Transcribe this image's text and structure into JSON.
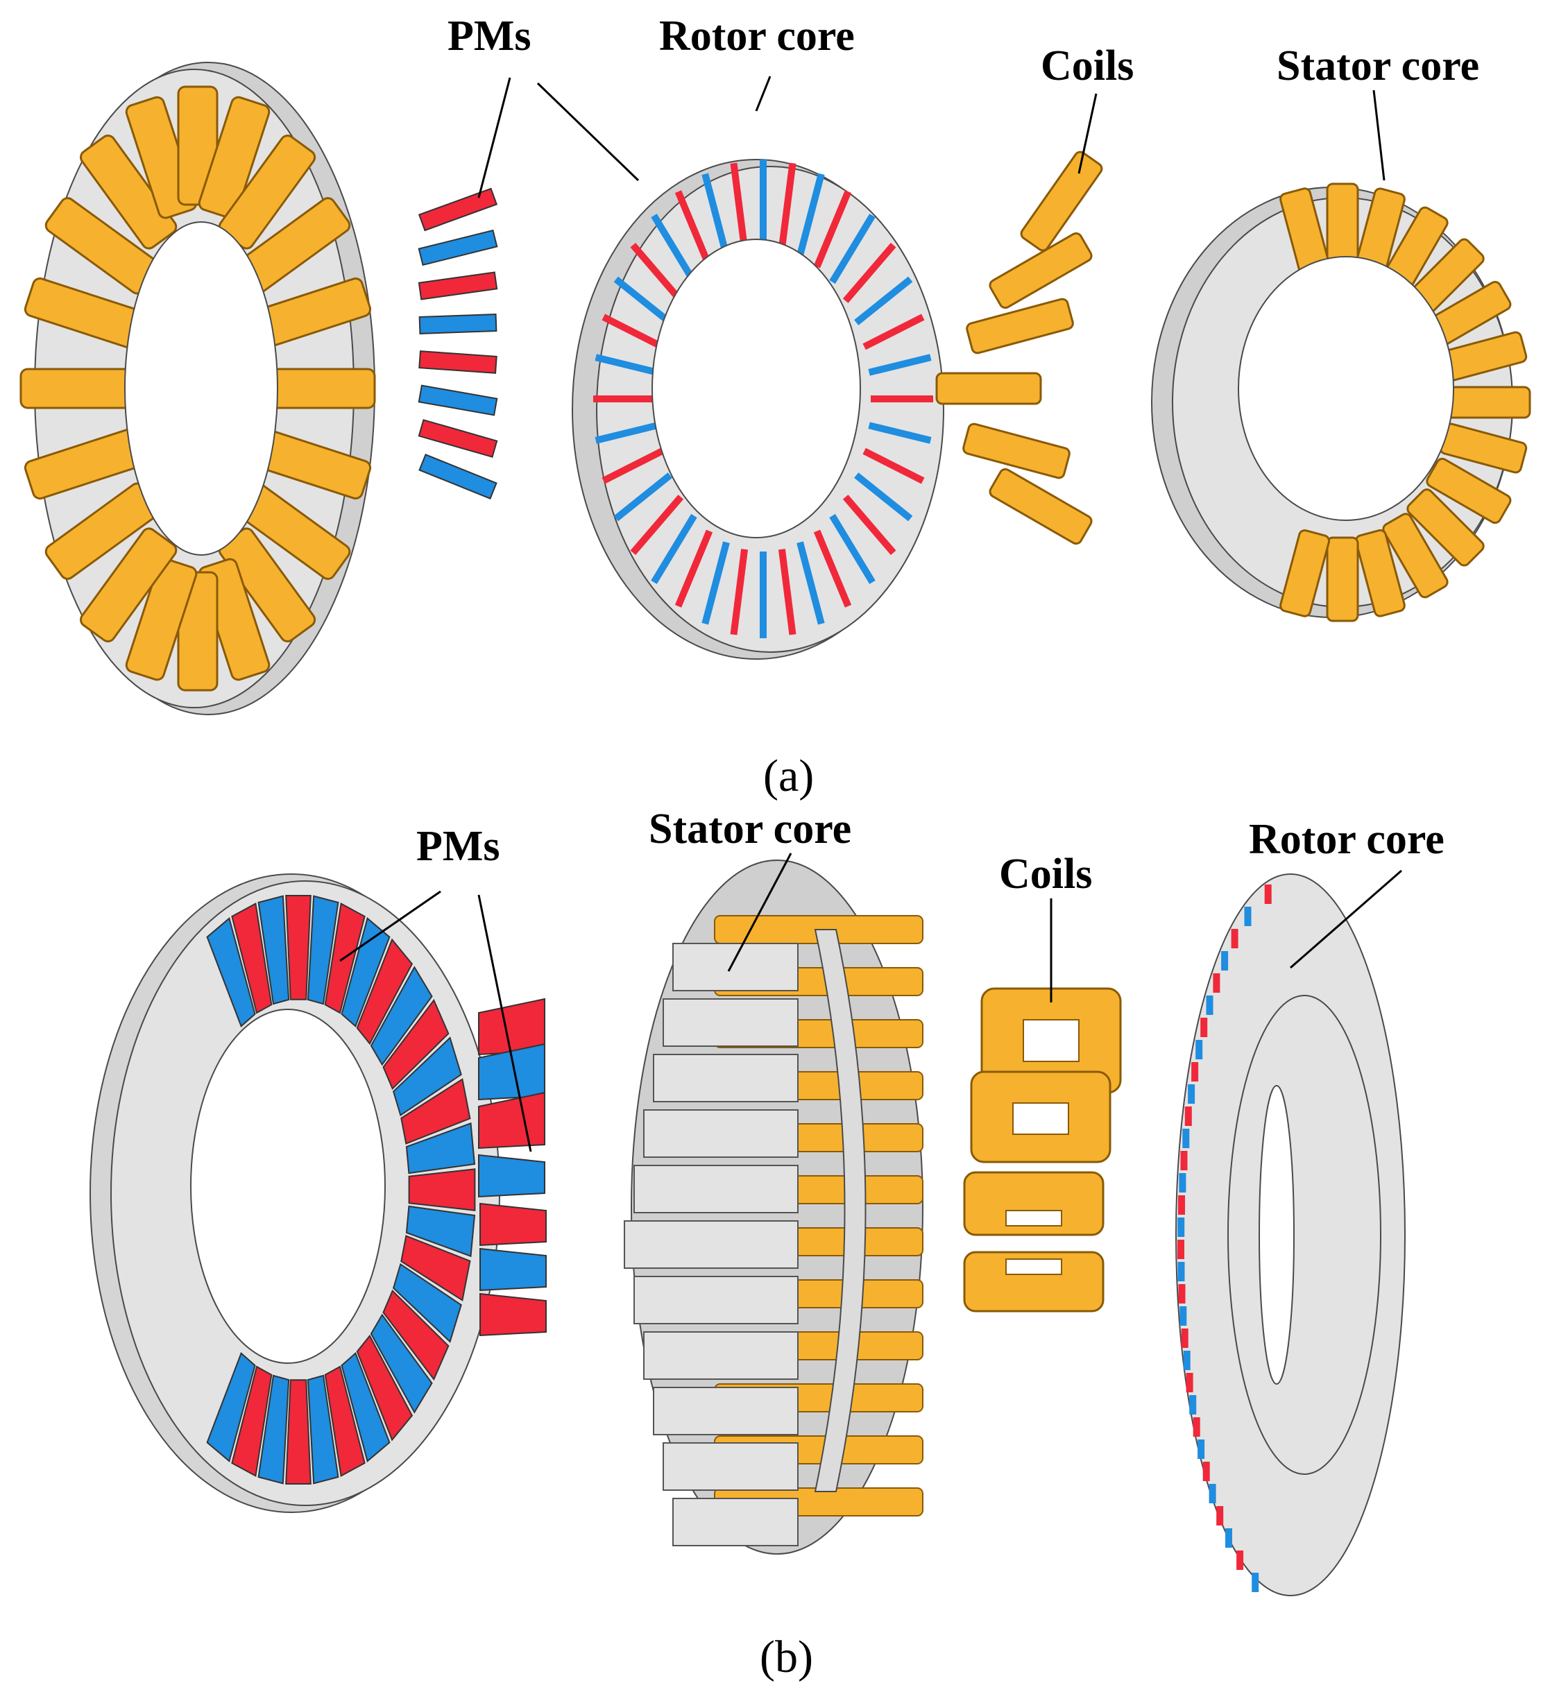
{
  "colors": {
    "coil": "#F6B22E",
    "coil_edge": "#8a5a08",
    "core": "#E3E3E3",
    "core_edge": "#555555",
    "pm_red": "#F0283A",
    "pm_blue": "#1F8DE0",
    "text": "#000000"
  },
  "panel_a": {
    "labels": {
      "pms": "PMs",
      "rotor_core": "Rotor core",
      "coils": "Coils",
      "stator_core": "Stator core"
    },
    "caption": "(a)"
  },
  "panel_b": {
    "labels": {
      "pms": "PMs",
      "stator_core": "Stator core",
      "coils": "Coils",
      "rotor_core": "Rotor core"
    },
    "caption": "(b)"
  }
}
